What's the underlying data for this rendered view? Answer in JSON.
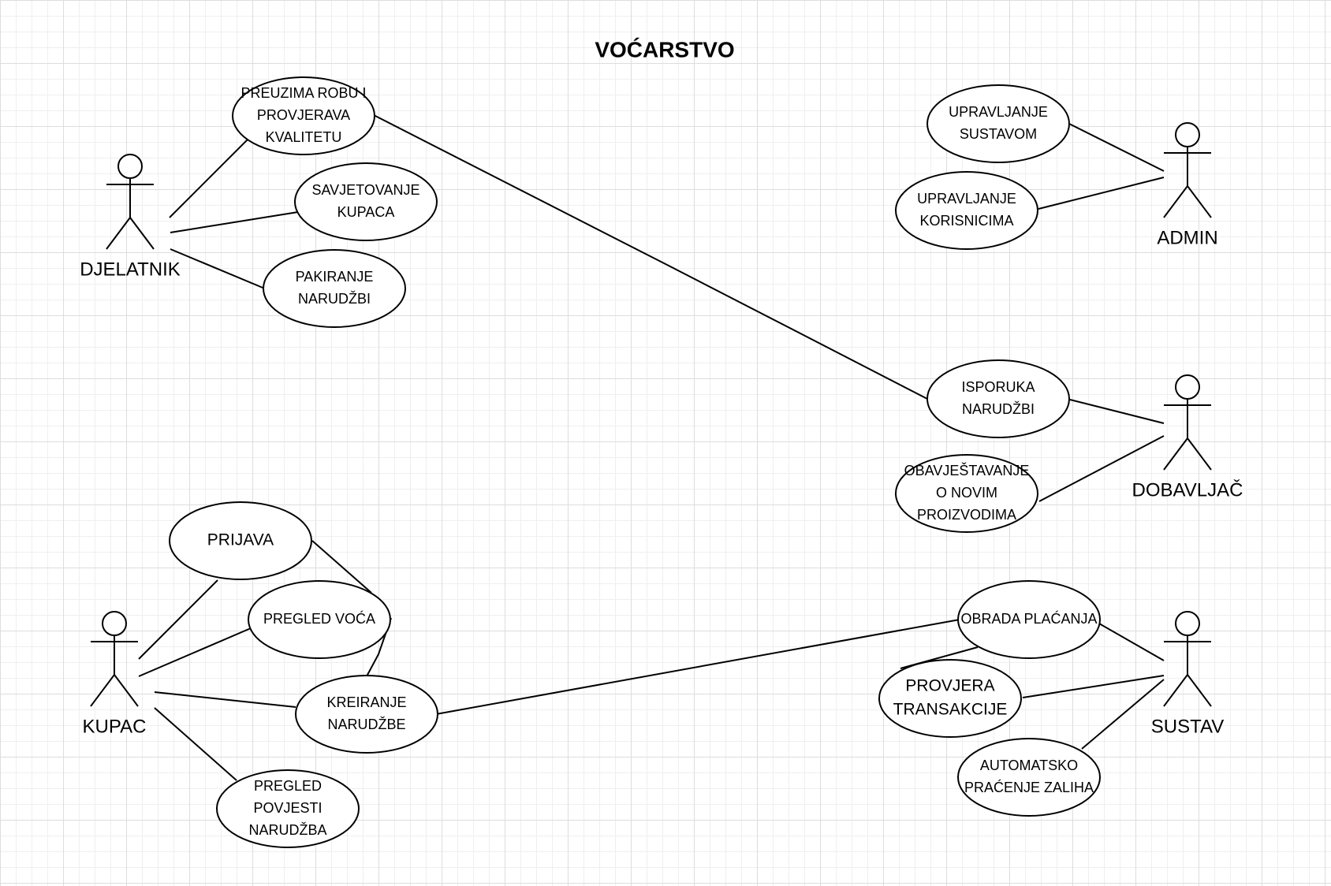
{
  "title": "VOĆARSTVO",
  "actors": {
    "djelatnik": "DJELATNIK",
    "kupac": "KUPAC",
    "admin": "ADMIN",
    "dobavljac": "DOBAVLJAČ",
    "sustav": "SUSTAV"
  },
  "use_cases": {
    "preuzima": [
      "PREUZIMA ROBU I",
      "PROVJERAVA",
      "KVALITETU"
    ],
    "savjetovanje": [
      "SAVJETOVANJE",
      "KUPACA"
    ],
    "pakiranje": [
      "PAKIRANJE",
      "NARUDŽBI"
    ],
    "upravljanje_sustavom": [
      "UPRAVLJANJE",
      "SUSTAVOM"
    ],
    "upravljanje_korisnicima": [
      "UPRAVLJANJE",
      "KORISNICIMA"
    ],
    "isporuka": [
      "ISPORUKA",
      "NARUDŽBI"
    ],
    "obavjestavanje": [
      "OBAVJEŠTAVANJE",
      "O NOVIM",
      "PROIZVODIMA"
    ],
    "prijava": [
      "PRIJAVA"
    ],
    "pregled_voca": [
      "PREGLED VOĆA"
    ],
    "kreiranje": [
      "KREIRANJE",
      "NARUDŽBE"
    ],
    "pregled_povijesti": [
      "PREGLED",
      "POVJESTI",
      "NARUDŽBA"
    ],
    "obrada_placanja": [
      "OBRADA PLAĆANJA"
    ],
    "provjera_transakcije": [
      "PROVJERA",
      "TRANSAKCIJE"
    ],
    "pracenje_zaliha": [
      "AUTOMATSKO",
      "PRAĆENJE ZALIHA"
    ]
  }
}
